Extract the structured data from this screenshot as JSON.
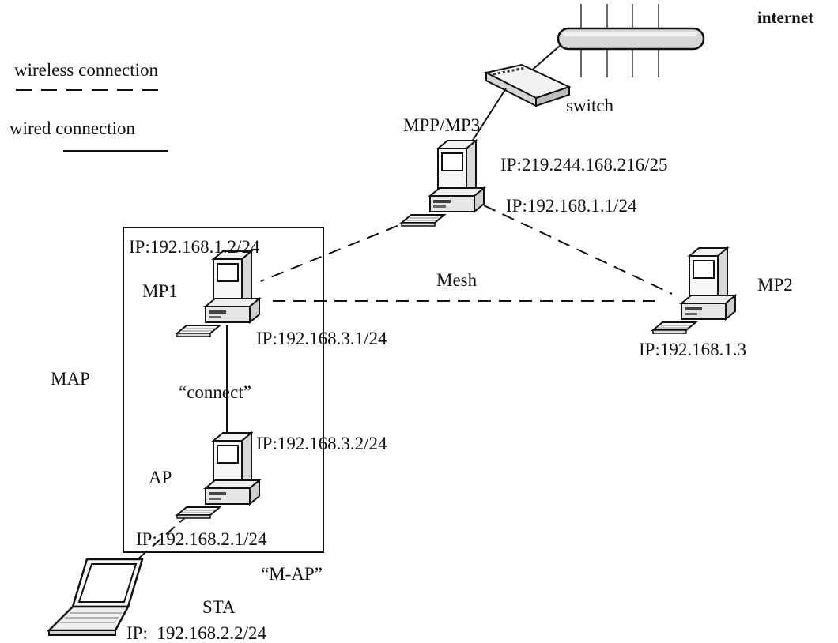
{
  "legend": {
    "wireless_label": "wireless connection",
    "wired_label": "wired connection"
  },
  "internet": {
    "label": "internet"
  },
  "switch": {
    "label": "switch"
  },
  "nodes": {
    "mpp": {
      "name": "MPP/MP3",
      "ip_wan": "IP:219.244.168.216/25",
      "ip_lan": "IP:192.168.1.1/24"
    },
    "mp1": {
      "name": "MP1",
      "ip_top": "IP:192.168.1.2/24",
      "ip_bottom": "IP:192.168.3.1/24"
    },
    "mp2": {
      "name": "MP2",
      "ip": "IP:192.168.1.3"
    },
    "ap": {
      "name": "AP",
      "ip_top": "IP:192.168.3.2/24",
      "ip_bottom": "IP:192.168.2.1/24"
    },
    "sta": {
      "name": "STA",
      "ip": "IP:  192.168.2.2/24"
    }
  },
  "group": {
    "map_label": "MAP",
    "map_sublabel": "“M-AP”"
  },
  "links": {
    "mesh_label": "Mesh",
    "connect_label": "“connect”"
  },
  "icons": [
    "internet-bus-icon",
    "switch-icon",
    "desktop-computer-icon",
    "laptop-icon"
  ]
}
